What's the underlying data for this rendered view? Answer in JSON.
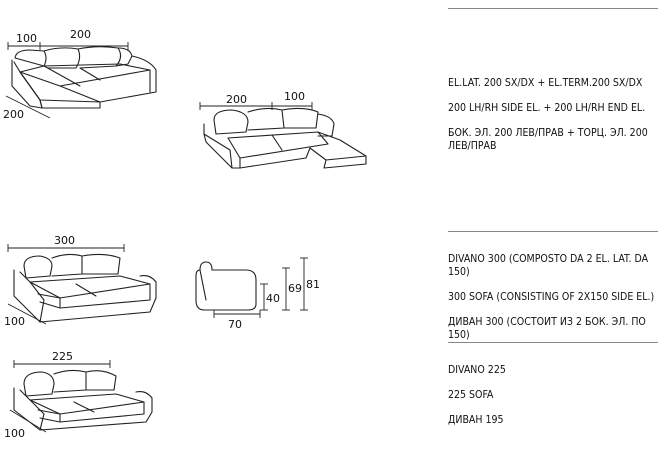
{
  "dims": {
    "corner_a": {
      "width_left": "100",
      "width_right": "200",
      "depth": "200"
    },
    "corner_b": {
      "width_left": "200",
      "width_right": "100"
    },
    "sofa300": {
      "width": "300",
      "depth": "100"
    },
    "side": {
      "seat": "40",
      "arm": "69",
      "back": "81",
      "depth": "70"
    },
    "sofa225": {
      "width": "225",
      "depth": "100"
    }
  },
  "descriptions": [
    {
      "lines": [
        "EL.LAT. 200 SX/DX + EL.TERM.200 SX/DX",
        "200 LH/RH SIDE EL. + 200 LH/RH END EL.",
        "БОК. ЭЛ. 200 ЛЕВ/ПРАВ + ТОРЦ. ЭЛ. 200 ЛЕВ/ПРАВ"
      ]
    },
    {
      "lines": [
        "DIVANO 300 (COMPOSTO DA 2 EL. LAT. DA 150)",
        "300 SOFA (CONSISTING OF 2X150 SIDE EL.)",
        "ДИВАН 300 (СОСТОИТ ИЗ 2 БОК. ЭЛ. ПО 150)"
      ]
    },
    {
      "lines": [
        "DIVANO 225",
        "225 SOFA",
        "ДИВАН 195"
      ]
    }
  ]
}
